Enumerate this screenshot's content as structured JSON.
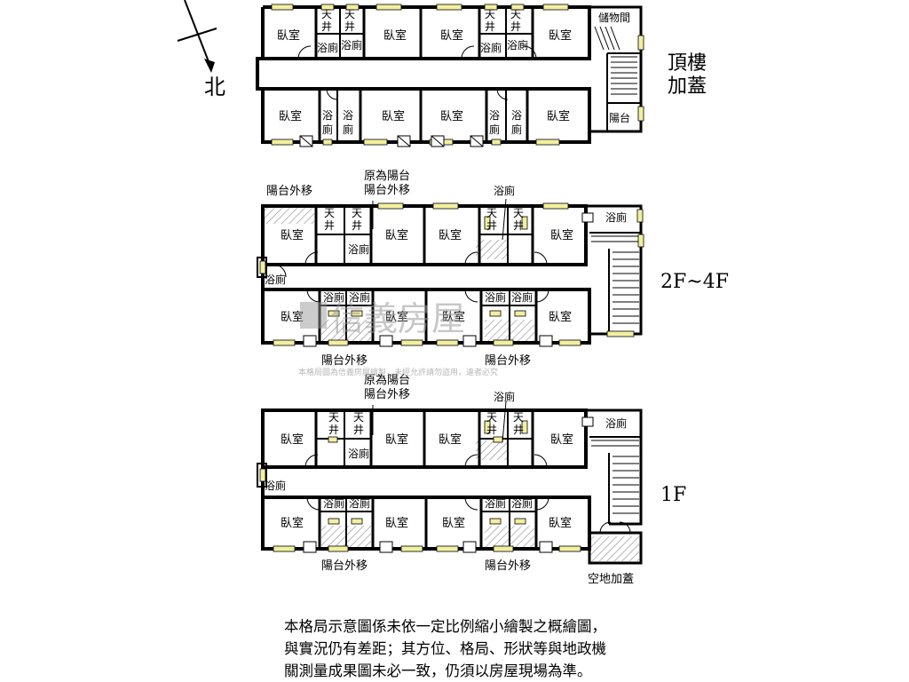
{
  "compass": {
    "label": "北"
  },
  "labels": {
    "bedroom": "臥室",
    "bath": "浴廁",
    "lightwell_top": "天",
    "lightwell_bottom": "井",
    "storage": "儲物間",
    "balcony": "陽台",
    "bath_char_1": "浴",
    "bath_char_2": "廁"
  },
  "floors": {
    "roof": {
      "line1": "頂樓",
      "line2": "加蓋"
    },
    "mid": {
      "label": "2F~4F"
    },
    "ground": {
      "label": "1F"
    }
  },
  "annotations": {
    "balcony_moved_out": "陽台外移",
    "orig_balcony_line1": "原為陽台",
    "orig_balcony_line2": "陽台外移",
    "vacant_extension": "空地加蓋"
  },
  "watermark": {
    "brand": "信義房屋",
    "notice": "本格局圖為信義房屋繪製，未經允許請勿盜用，違者必究"
  },
  "disclaimer": {
    "line1": "本格局示意圖係未依一定比例縮小繪製之概繪圖，",
    "line2": "與實況仍有差距；其方位、格局、形狀等與地政機",
    "line3": "關測量成果圖未必一致，仍須以房屋現場為準。"
  },
  "colors": {
    "wall": "#000000",
    "window": "#f2f0a0",
    "hatch": "#888888"
  }
}
